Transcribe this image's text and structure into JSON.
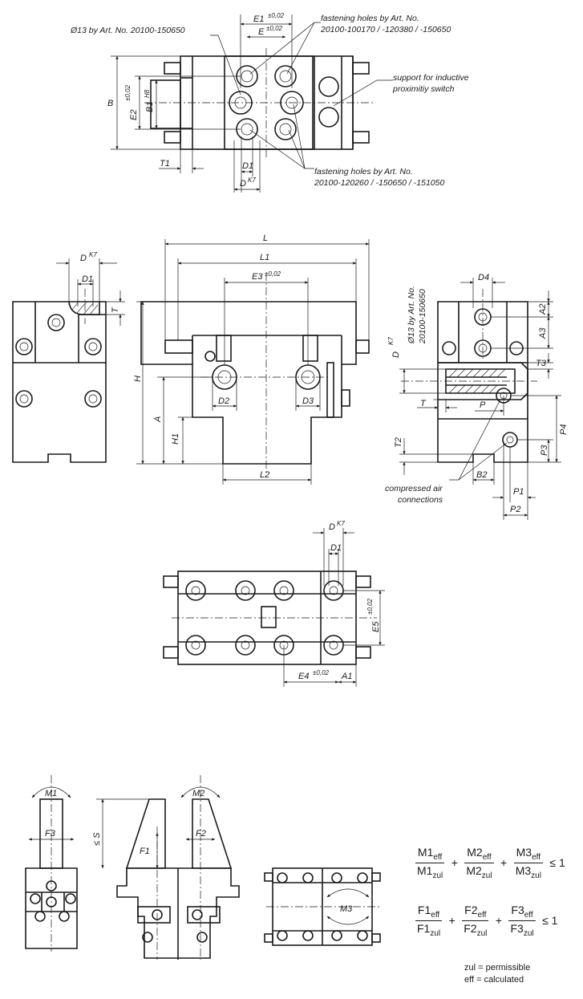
{
  "top_view": {
    "dims": {
      "E1": "E1",
      "E1_tol": "±0,02",
      "E": "E",
      "E_tol": "±0,02",
      "B": "B",
      "E2": "E2",
      "E2_tol": "±0,02",
      "B1": "B1",
      "B1_tol": "H8",
      "T1": "T1",
      "D1": "D1",
      "D": "D",
      "D_tol": "K7"
    },
    "notes": {
      "bore_13": "Ø13 by Art. No. 20100-150650",
      "fastening_a_1": "fastening holes by Art. No.",
      "fastening_a_2": "20100-100170 / -120380 / -150650",
      "support_1": "support for inductive",
      "support_2": "proximitiy switch",
      "fastening_b_1": "fastening holes by Art. No.",
      "fastening_b_2": "20100-120260 / -150650 / -151050"
    }
  },
  "front_view": {
    "dims": {
      "L": "L",
      "L1": "L1",
      "E3": "E3",
      "E3_tol": "±0,02",
      "H": "H",
      "A": "A",
      "H1": "H1",
      "D2": "D2",
      "D3": "D3",
      "L2": "L2"
    }
  },
  "left_view": {
    "dims": {
      "D": "D",
      "D_tol": "K7",
      "D1": "D1",
      "T": "T"
    }
  },
  "right_view": {
    "dims": {
      "D4": "D4",
      "A2": "A2",
      "A3": "A3",
      "D": "D",
      "D_tol": "K7",
      "T3": "T3",
      "T": "T",
      "P": "P",
      "T2": "T2",
      "P3": "P3",
      "P4": "P4",
      "B2": "B2",
      "P1": "P1",
      "P2": "P2"
    },
    "notes": {
      "bore_1": "Ø13 by Art. No.",
      "bore_2": "20100-150650",
      "air_1": "compressed air",
      "air_2": "connections"
    }
  },
  "bottom_view": {
    "dims": {
      "D": "D",
      "D_tol": "K7",
      "D1": "D1",
      "E5": "E5",
      "E5_tol": "±0,02",
      "E4": "E4",
      "E4_tol": "±0,02",
      "A1": "A1"
    }
  },
  "loads": {
    "M1": "M1",
    "M2": "M2",
    "M3": "M3",
    "F1": "F1",
    "F2": "F2",
    "F3": "F3",
    "S": "≤ S"
  },
  "formula_moments": {
    "t1": {
      "num": "M1",
      "num_sub": "eff",
      "den": "M1",
      "den_sub": "zul"
    },
    "t2": {
      "num": "M2",
      "num_sub": "eff",
      "den": "M2",
      "den_sub": "zul"
    },
    "t3": {
      "num": "M3",
      "num_sub": "eff",
      "den": "M3",
      "den_sub": "zul"
    },
    "plus": "+",
    "rel": "≤ 1"
  },
  "formula_forces": {
    "t1": {
      "num": "F1",
      "num_sub": "eff",
      "den": "F1",
      "den_sub": "zul"
    },
    "t2": {
      "num": "F2",
      "num_sub": "eff",
      "den": "F2",
      "den_sub": "zul"
    },
    "t3": {
      "num": "F3",
      "num_sub": "eff",
      "den": "F3",
      "den_sub": "zul"
    },
    "plus": "+",
    "rel": "≤ 1"
  },
  "legend": {
    "zul": "zul = permissible",
    "eff": "eff = calculated"
  }
}
